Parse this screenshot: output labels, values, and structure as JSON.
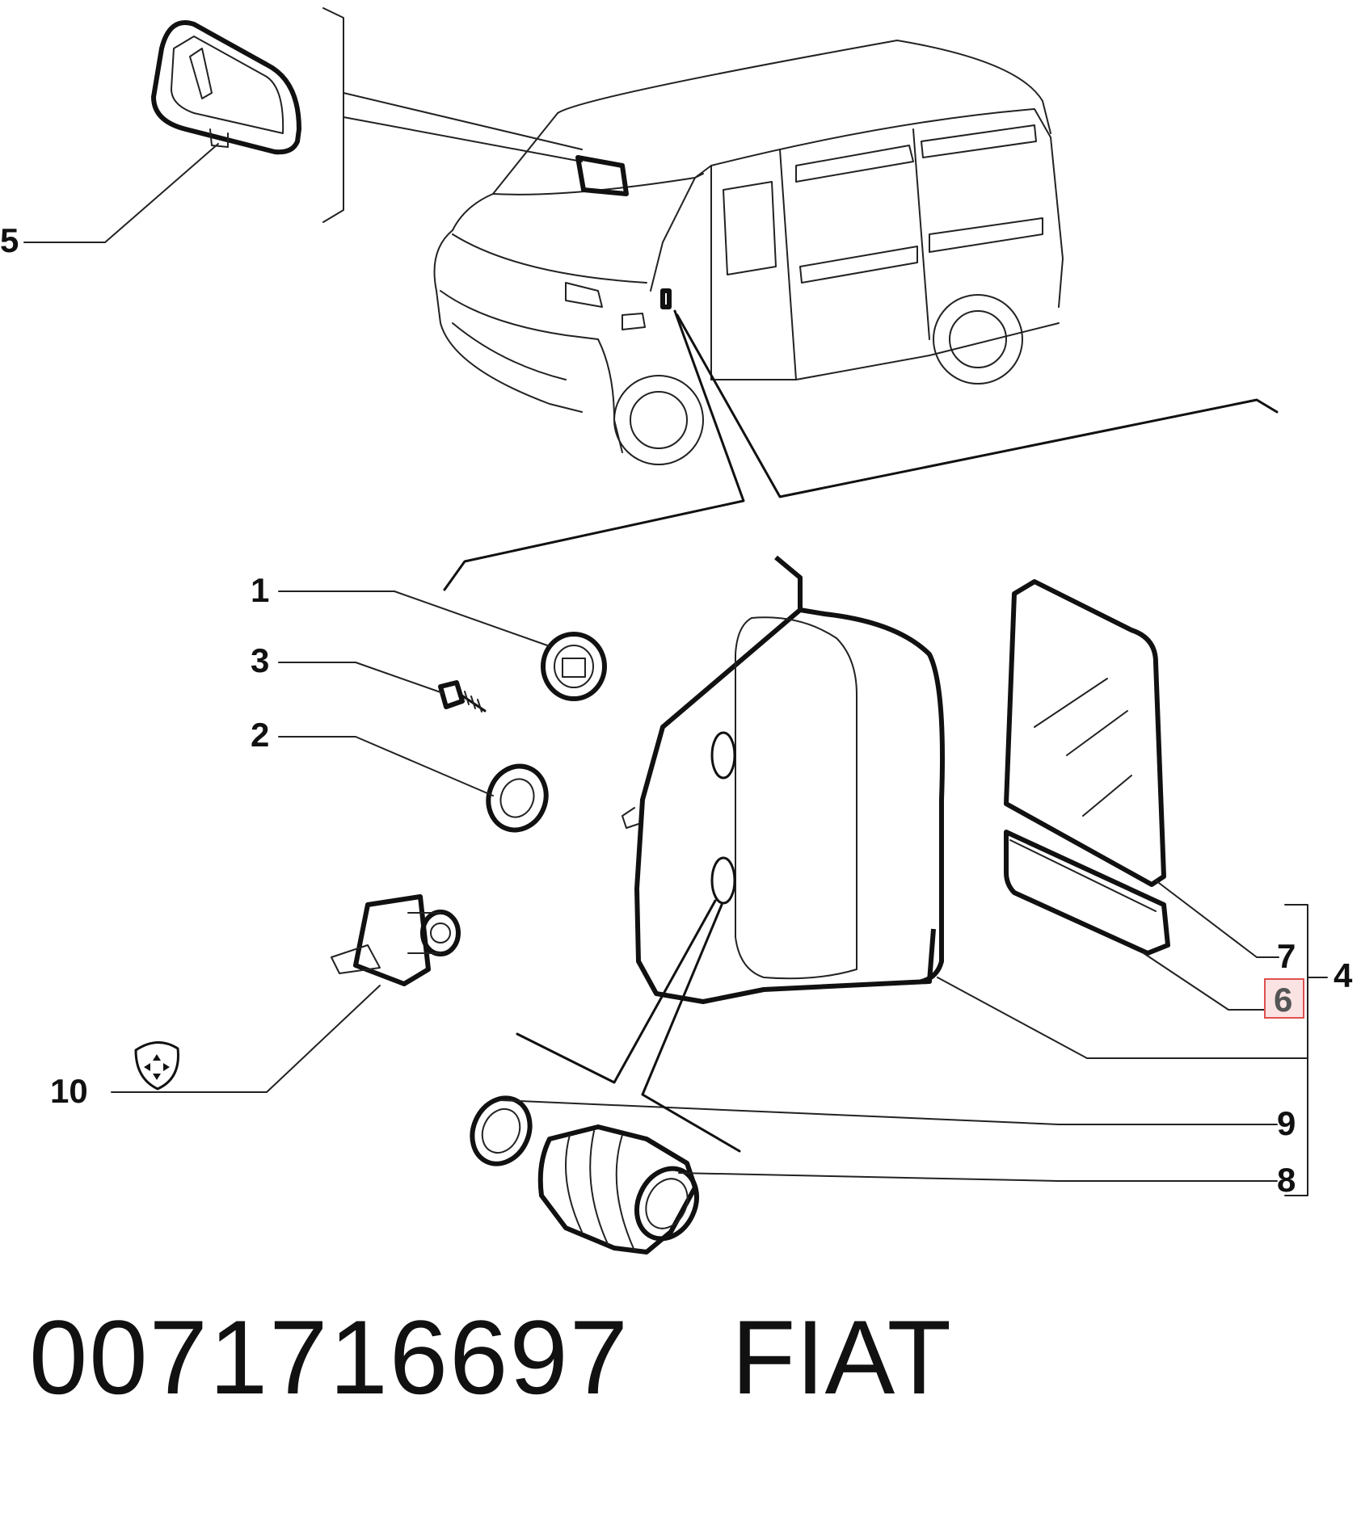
{
  "diagram": {
    "callouts": {
      "c1": "1",
      "c2": "2",
      "c3": "3",
      "c4": "4",
      "c5": "5",
      "c6": "6",
      "c7": "7",
      "c8": "8",
      "c9": "9",
      "c10": "10"
    },
    "highlighted_callout": "6",
    "highlight_color": "#e05050",
    "legend_icon": "four-way-adjust-icon"
  },
  "footer": {
    "part_number": "0071716697",
    "brand": "FIAT"
  }
}
